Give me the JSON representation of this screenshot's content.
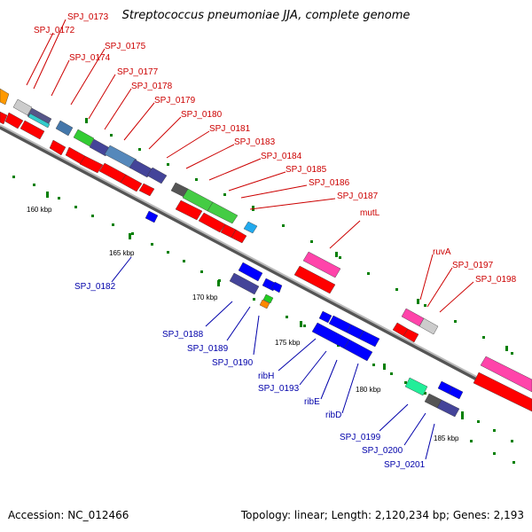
{
  "title": "Streptococcus pneumoniae JJA, complete genome",
  "footer": {
    "accession": "Accession: NC_012466",
    "summary": "Topology: linear; Length: 2,120,234 bp; Genes: 2,193"
  },
  "colors": {
    "forward_label": "#cc0000",
    "reverse_label": "#0000aa",
    "backbone": "#999999",
    "tick": "#008000",
    "forward_strand": "#ff0000",
    "reverse_strand": "#0000ff"
  },
  "scale_labels": [
    "160 kbp",
    "165 kbp",
    "170 kbp",
    "175 kbp",
    "180 kbp",
    "185 kbp"
  ],
  "forward_labels": [
    "SPJ_0173",
    "SPJ_0172",
    "SPJ_0175",
    "SPJ_0174",
    "SPJ_0177",
    "SPJ_0178",
    "SPJ_0179",
    "SPJ_0180",
    "SPJ_0181",
    "SPJ_0183",
    "SPJ_0184",
    "SPJ_0185",
    "SPJ_0186",
    "SPJ_0187",
    "mutL",
    "ruvA",
    "SPJ_0197",
    "SPJ_0198"
  ],
  "reverse_labels": [
    "SPJ_0182",
    "SPJ_0188",
    "SPJ_0189",
    "SPJ_0190",
    "ribH",
    "SPJ_0193",
    "ribE",
    "ribD",
    "SPJ_0199",
    "SPJ_0200",
    "SPJ_0201"
  ]
}
